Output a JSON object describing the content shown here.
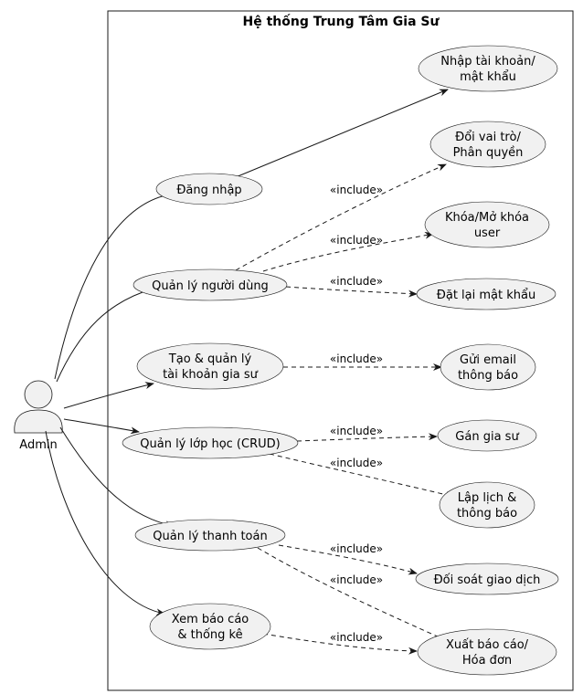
{
  "system": {
    "title": "Hệ thống Trung Tâm Gia Sư"
  },
  "actor": {
    "name": "Admin"
  },
  "include_label": "«include»",
  "use_cases": {
    "dang_nhap": [
      "Đăng nhập"
    ],
    "nhap_tk": [
      "Nhập tài khoản/",
      "mật khẩu"
    ],
    "doi_vai_tro": [
      "Đổi vai trò/",
      "Phân quyền"
    ],
    "quan_ly_nd": [
      "Quản lý người dùng"
    ],
    "khoa_mo": [
      "Khóa/Mở khóa",
      "user"
    ],
    "dat_lai_mk": [
      "Đặt lại mật khẩu"
    ],
    "tao_ql_gs": [
      "Tạo & quản lý",
      "tài khoản gia sư"
    ],
    "gui_email": [
      "Gửi email",
      "thông báo"
    ],
    "ql_lop": [
      "Quản lý lớp học (CRUD)"
    ],
    "gan_gs": [
      "Gán gia sư"
    ],
    "lap_lich": [
      "Lập lịch &",
      "thông báo"
    ],
    "ql_tt": [
      "Quản lý thanh toán"
    ],
    "doi_soat": [
      "Đối soát giao dịch"
    ],
    "xem_bc": [
      "Xem báo cáo",
      "& thống kê"
    ],
    "xuat_bc": [
      "Xuất báo cáo/",
      "Hóa đơn"
    ]
  }
}
